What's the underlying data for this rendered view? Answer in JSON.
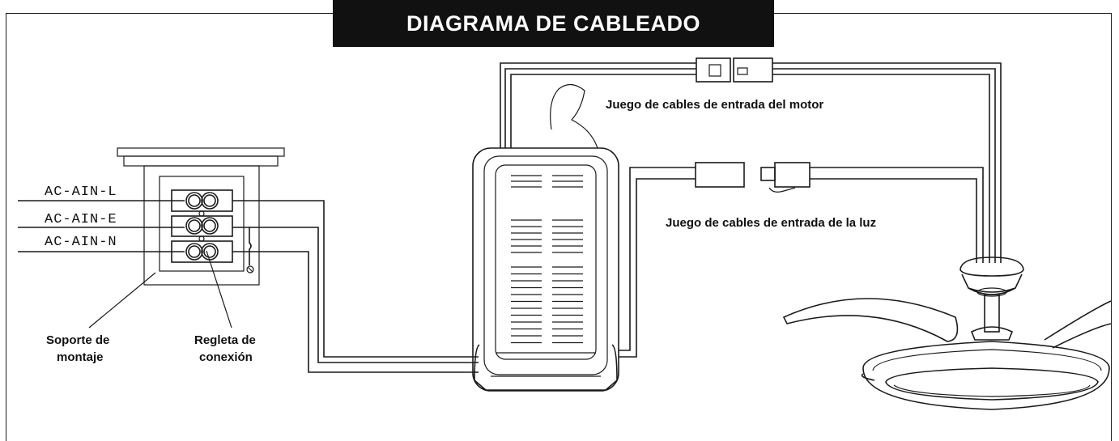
{
  "title": "DIAGRAMA DE CABLEADO",
  "inputs": {
    "line": "AC-AIN-L",
    "earth": "AC-AIN-E",
    "neutral": "AC-AIN-N"
  },
  "labels": {
    "bracket_line1": "Soporte de",
    "bracket_line2": "montaje",
    "terminal_line1": "Regleta de",
    "terminal_line2": "conexión",
    "motor_cables": "Juego de cables de entrada del motor",
    "light_cables": "Juego de cables de entrada de la luz"
  }
}
